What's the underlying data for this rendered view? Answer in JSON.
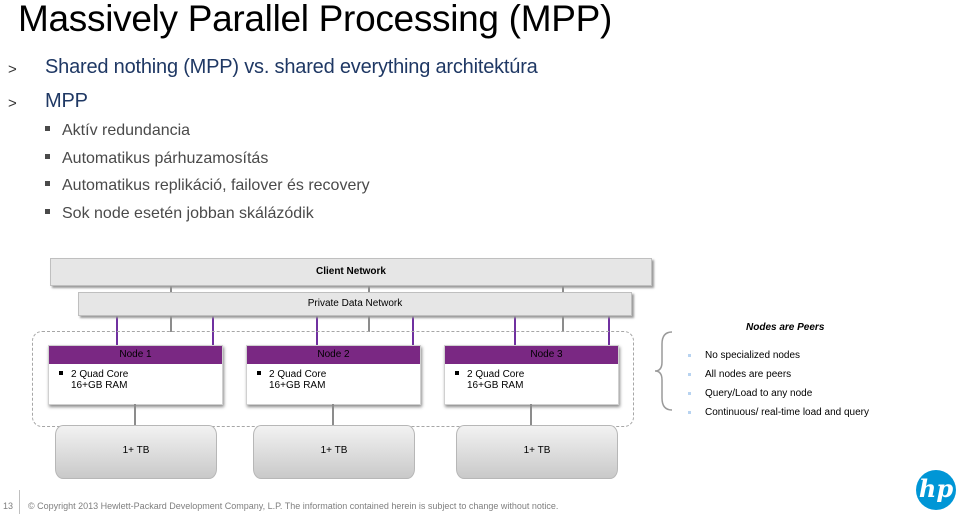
{
  "title": "Massively Parallel Processing (MPP)",
  "bullets_l1": [
    {
      "marker": ">",
      "text": "Shared nothing (MPP) vs. shared everything architektúra"
    },
    {
      "marker": ">",
      "text": "MPP"
    }
  ],
  "bullets_l2": [
    "Aktív redundancia",
    "Automatikus párhuzamosítás",
    "Automatikus replikáció, failover és recovery",
    "Sok node esetén jobban skálázódik"
  ],
  "diagram": {
    "client_network": "Client Network",
    "private_network": "Private Data Network",
    "nodes": [
      {
        "name": "Node 1",
        "specs": [
          "2 Quad Core",
          "16+GB RAM"
        ],
        "storage": "1+ TB"
      },
      {
        "name": "Node 2",
        "specs": [
          "2 Quad Core",
          "16+GB RAM"
        ],
        "storage": "1+ TB"
      },
      {
        "name": "Node 3",
        "specs": [
          "2 Quad Core",
          "16+GB RAM"
        ],
        "storage": "1+ TB"
      }
    ],
    "peers_title": "Nodes are Peers",
    "peers": [
      "No specialized nodes",
      "All nodes are peers",
      "Query/Load to any node",
      "Continuous/ real-time load and query"
    ]
  },
  "footer": {
    "page_number": "13",
    "copyright": "© Copyright 2013 Hewlett-Packard  Development  Company, L.P.  The information  contained  herein  is subject to change without notice."
  },
  "logo": {
    "text": "hp",
    "color": "#0096d6"
  }
}
